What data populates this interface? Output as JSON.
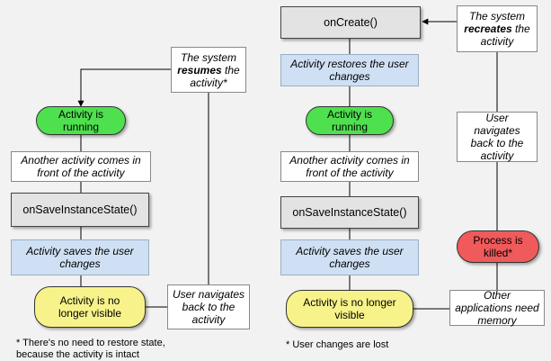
{
  "left": {
    "system_resumes": {
      "pre": "The system ",
      "bold": "resumes",
      "post": " the activity*"
    },
    "activity_running": "Activity is running",
    "another_activity": "Another activity comes in front of the activity",
    "on_save_state": "onSaveInstanceState()",
    "activity_saves": "Activity saves the user changes",
    "no_longer_visible": "Activity is no longer visible",
    "user_navigates_back": "User navigates back to the activity",
    "footnote": "* There's no need to restore state, because the activity is intact"
  },
  "right": {
    "on_create": "onCreate()",
    "system_recreates": {
      "pre": "The system ",
      "bold": "recreates",
      "post": " the activity"
    },
    "activity_restores": "Activity restores the user changes",
    "activity_running": "Activity is running",
    "another_activity": "Another activity comes in front of the activity",
    "on_save_state": "onSaveInstanceState()",
    "activity_saves": "Activity saves the user changes",
    "no_longer_visible": "Activity is no longer visible",
    "other_apps_memory": "Other applications need memory",
    "process_killed": "Process is killed*",
    "user_navigates_back": "User navigates back to the activity",
    "footnote": "* User changes are lost"
  }
}
